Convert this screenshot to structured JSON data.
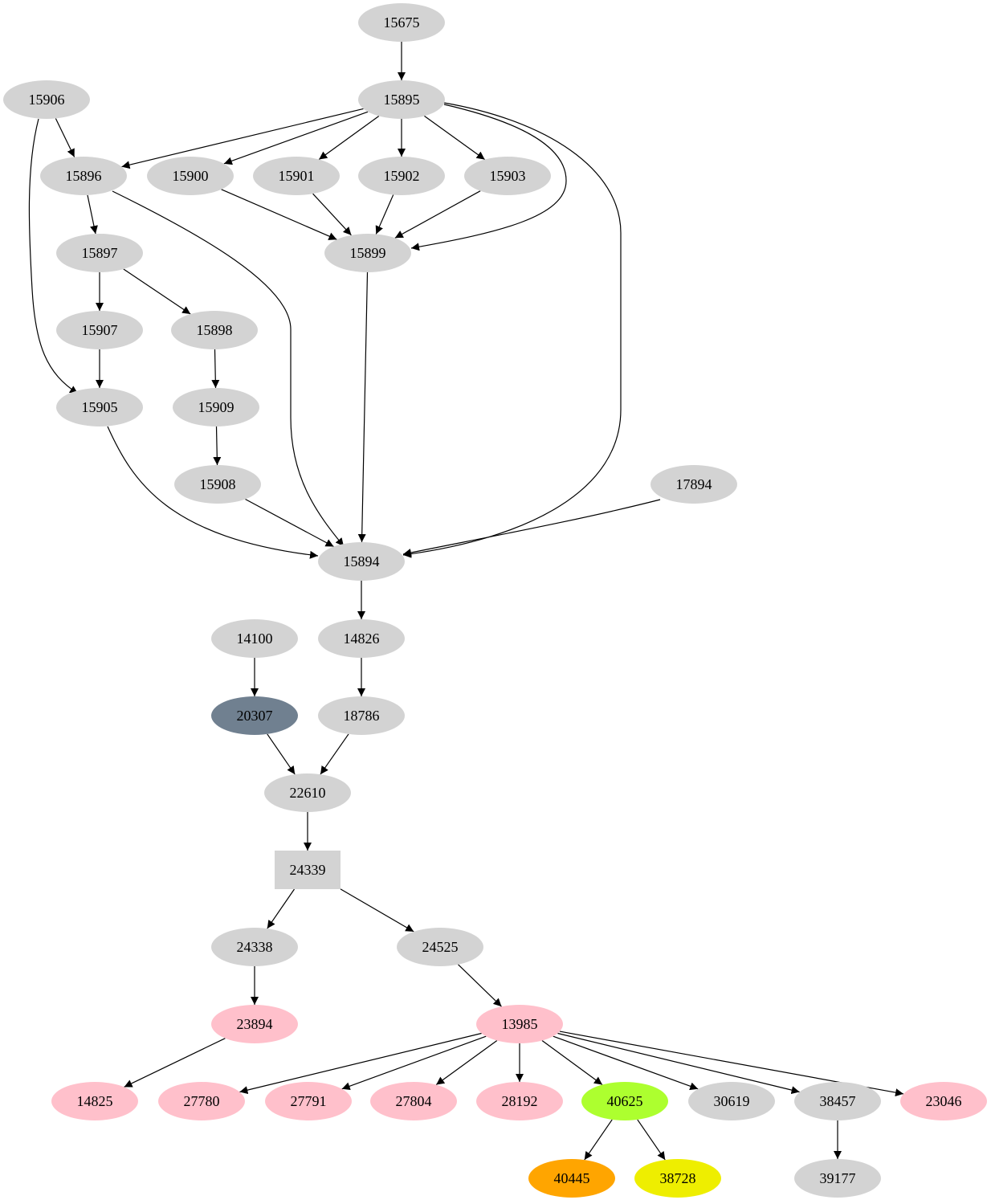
{
  "graph": {
    "nodes": [
      {
        "id": "15675",
        "label": "15675",
        "color": "#d3d3d3",
        "shape": "ellipse"
      },
      {
        "id": "15906",
        "label": "15906",
        "color": "#d3d3d3",
        "shape": "ellipse"
      },
      {
        "id": "15895",
        "label": "15895",
        "color": "#d3d3d3",
        "shape": "ellipse"
      },
      {
        "id": "15896",
        "label": "15896",
        "color": "#d3d3d3",
        "shape": "ellipse"
      },
      {
        "id": "15900",
        "label": "15900",
        "color": "#d3d3d3",
        "shape": "ellipse"
      },
      {
        "id": "15901",
        "label": "15901",
        "color": "#d3d3d3",
        "shape": "ellipse"
      },
      {
        "id": "15902",
        "label": "15902",
        "color": "#d3d3d3",
        "shape": "ellipse"
      },
      {
        "id": "15903",
        "label": "15903",
        "color": "#d3d3d3",
        "shape": "ellipse"
      },
      {
        "id": "15897",
        "label": "15897",
        "color": "#d3d3d3",
        "shape": "ellipse"
      },
      {
        "id": "15899",
        "label": "15899",
        "color": "#d3d3d3",
        "shape": "ellipse"
      },
      {
        "id": "15907",
        "label": "15907",
        "color": "#d3d3d3",
        "shape": "ellipse"
      },
      {
        "id": "15898",
        "label": "15898",
        "color": "#d3d3d3",
        "shape": "ellipse"
      },
      {
        "id": "15905",
        "label": "15905",
        "color": "#d3d3d3",
        "shape": "ellipse"
      },
      {
        "id": "15909",
        "label": "15909",
        "color": "#d3d3d3",
        "shape": "ellipse"
      },
      {
        "id": "15908",
        "label": "15908",
        "color": "#d3d3d3",
        "shape": "ellipse"
      },
      {
        "id": "17894",
        "label": "17894",
        "color": "#d3d3d3",
        "shape": "ellipse"
      },
      {
        "id": "15894",
        "label": "15894",
        "color": "#d3d3d3",
        "shape": "ellipse"
      },
      {
        "id": "14100",
        "label": "14100",
        "color": "#d3d3d3",
        "shape": "ellipse"
      },
      {
        "id": "14826",
        "label": "14826",
        "color": "#d3d3d3",
        "shape": "ellipse"
      },
      {
        "id": "20307",
        "label": "20307",
        "color": "#708090",
        "shape": "ellipse"
      },
      {
        "id": "18786",
        "label": "18786",
        "color": "#d3d3d3",
        "shape": "ellipse"
      },
      {
        "id": "22610",
        "label": "22610",
        "color": "#d3d3d3",
        "shape": "ellipse"
      },
      {
        "id": "24339",
        "label": "24339",
        "color": "#d3d3d3",
        "shape": "box"
      },
      {
        "id": "24338",
        "label": "24338",
        "color": "#d3d3d3",
        "shape": "ellipse"
      },
      {
        "id": "24525",
        "label": "24525",
        "color": "#d3d3d3",
        "shape": "ellipse"
      },
      {
        "id": "23894",
        "label": "23894",
        "color": "#ffc0cb",
        "shape": "ellipse"
      },
      {
        "id": "13985",
        "label": "13985",
        "color": "#ffc0cb",
        "shape": "ellipse"
      },
      {
        "id": "14825",
        "label": "14825",
        "color": "#ffc0cb",
        "shape": "ellipse"
      },
      {
        "id": "27780",
        "label": "27780",
        "color": "#ffc0cb",
        "shape": "ellipse"
      },
      {
        "id": "27791",
        "label": "27791",
        "color": "#ffc0cb",
        "shape": "ellipse"
      },
      {
        "id": "27804",
        "label": "27804",
        "color": "#ffc0cb",
        "shape": "ellipse"
      },
      {
        "id": "28192",
        "label": "28192",
        "color": "#ffc0cb",
        "shape": "ellipse"
      },
      {
        "id": "40625",
        "label": "40625",
        "color": "#adff2f",
        "shape": "ellipse"
      },
      {
        "id": "30619",
        "label": "30619",
        "color": "#d3d3d3",
        "shape": "ellipse"
      },
      {
        "id": "38457",
        "label": "38457",
        "color": "#d3d3d3",
        "shape": "ellipse"
      },
      {
        "id": "23046",
        "label": "23046",
        "color": "#ffc0cb",
        "shape": "ellipse"
      },
      {
        "id": "40445",
        "label": "40445",
        "color": "#ffa500",
        "shape": "ellipse"
      },
      {
        "id": "38728",
        "label": "38728",
        "color": "#eeee00",
        "shape": "ellipse"
      },
      {
        "id": "39177",
        "label": "39177",
        "color": "#d3d3d3",
        "shape": "ellipse"
      }
    ],
    "edges": [
      [
        "15675",
        "15895"
      ],
      [
        "15906",
        "15896"
      ],
      [
        "15906",
        "15905"
      ],
      [
        "15895",
        "15896"
      ],
      [
        "15895",
        "15900"
      ],
      [
        "15895",
        "15901"
      ],
      [
        "15895",
        "15902"
      ],
      [
        "15895",
        "15903"
      ],
      [
        "15895",
        "15899"
      ],
      [
        "15895",
        "15894"
      ],
      [
        "15896",
        "15897"
      ],
      [
        "15896",
        "15894"
      ],
      [
        "15900",
        "15899"
      ],
      [
        "15901",
        "15899"
      ],
      [
        "15902",
        "15899"
      ],
      [
        "15903",
        "15899"
      ],
      [
        "15897",
        "15907"
      ],
      [
        "15897",
        "15898"
      ],
      [
        "15899",
        "15894"
      ],
      [
        "15907",
        "15905"
      ],
      [
        "15898",
        "15909"
      ],
      [
        "15909",
        "15908"
      ],
      [
        "15905",
        "15894"
      ],
      [
        "15908",
        "15894"
      ],
      [
        "17894",
        "15894"
      ],
      [
        "15894",
        "14826"
      ],
      [
        "14100",
        "20307"
      ],
      [
        "14826",
        "18786"
      ],
      [
        "20307",
        "22610"
      ],
      [
        "18786",
        "22610"
      ],
      [
        "22610",
        "24339"
      ],
      [
        "24339",
        "24338"
      ],
      [
        "24339",
        "24525"
      ],
      [
        "24338",
        "23894"
      ],
      [
        "24525",
        "13985"
      ],
      [
        "23894",
        "14825"
      ],
      [
        "13985",
        "27780"
      ],
      [
        "13985",
        "27791"
      ],
      [
        "13985",
        "27804"
      ],
      [
        "13985",
        "28192"
      ],
      [
        "13985",
        "40625"
      ],
      [
        "13985",
        "30619"
      ],
      [
        "13985",
        "38457"
      ],
      [
        "13985",
        "23046"
      ],
      [
        "40625",
        "40445"
      ],
      [
        "40625",
        "38728"
      ],
      [
        "38457",
        "39177"
      ]
    ]
  }
}
